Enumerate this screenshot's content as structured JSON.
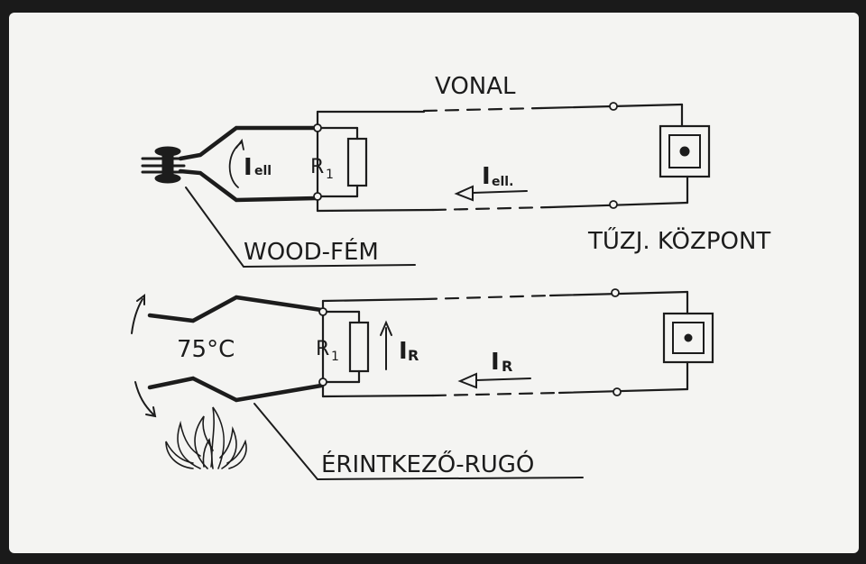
{
  "labels": {
    "vonal": "VONAL",
    "wood_fem": "WOOD-FÉM",
    "tuzj_kozpont": "TŰZJ. KÖZPONT",
    "erintkezo_rugo": "ÉRINTKEZŐ-RUGÓ",
    "temperature": "75°C",
    "r1_top": "R",
    "r1_top_sub": "1",
    "r1_bottom": "R",
    "r1_bottom_sub": "1",
    "i_ell_left": "I",
    "i_ell_left_sub": "ell",
    "i_ell_line": "I",
    "i_ell_line_sub": "ell.",
    "i_r_vertical": "I",
    "i_r_vertical_sub": "R",
    "i_r_line": "I",
    "i_r_line_sub": "R"
  },
  "colors": {
    "ink": "#1c1c1c",
    "paper": "#f4f4f2",
    "frame": "#1a1a1a"
  }
}
